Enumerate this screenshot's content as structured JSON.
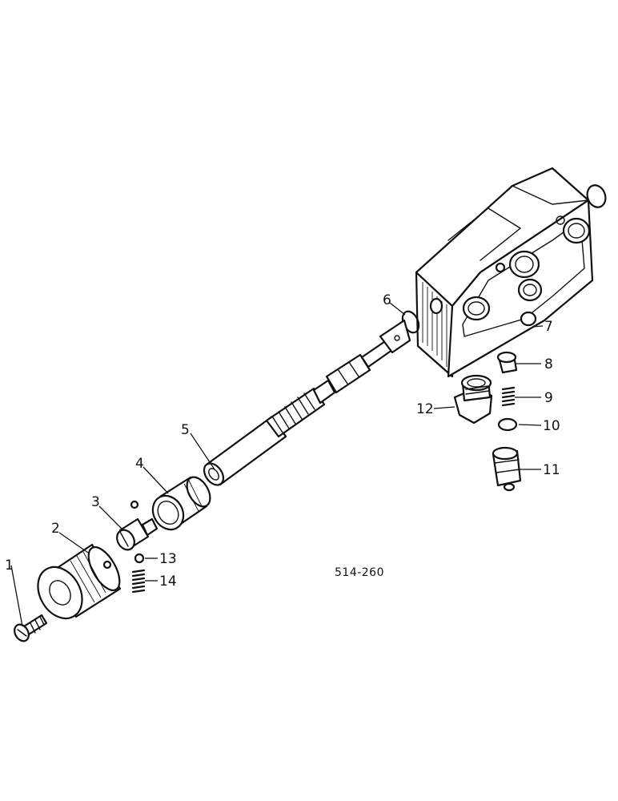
{
  "drawing_code": "514-260",
  "callouts": [
    "1",
    "2",
    "3",
    "4",
    "5",
    "6",
    "7",
    "8",
    "9",
    "10",
    "11",
    "12",
    "13",
    "14"
  ]
}
